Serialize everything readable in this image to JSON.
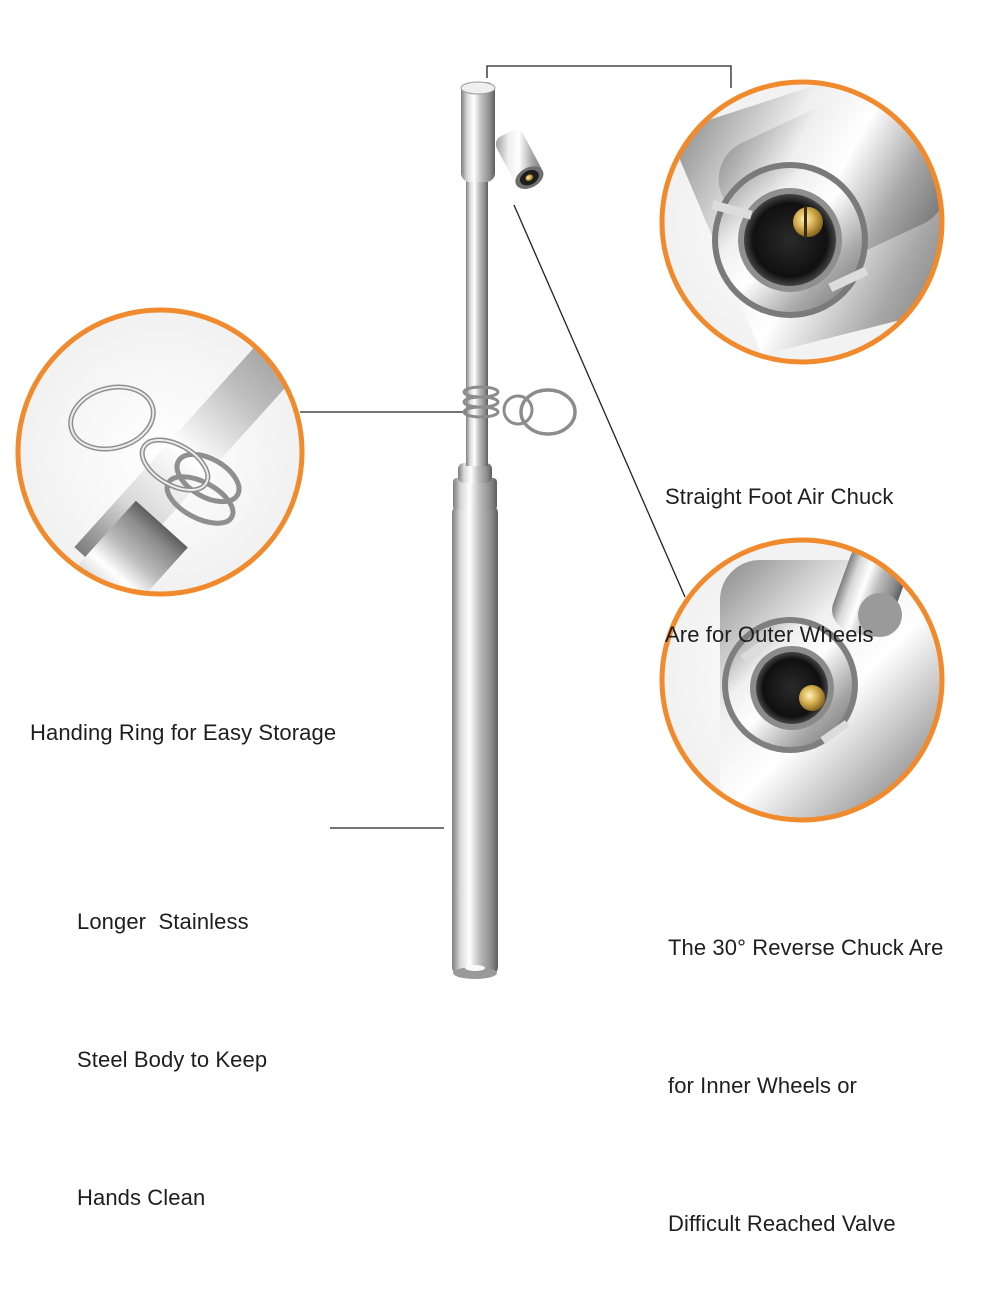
{
  "captions": {
    "straight_chuck": [
      "Straight Foot Air Chuck",
      "Are for Outer Wheels"
    ],
    "ring": [
      "Handing Ring for Easy Storage"
    ],
    "body": [
      "Longer  Stainless",
      "Steel Body to Keep",
      "Hands Clean"
    ],
    "reverse_chuck": [
      "The 30° Reverse Chuck Are",
      "for Inner Wheels or",
      "Difficult Reached Valve"
    ]
  },
  "colors": {
    "circle_border": "#f08a2c",
    "leader_line": "#222222",
    "chrome_light": "#f4f4f4",
    "chrome_dark": "#8a8a8a",
    "brass": "#c9a24a",
    "text": "#1e1e1e"
  }
}
